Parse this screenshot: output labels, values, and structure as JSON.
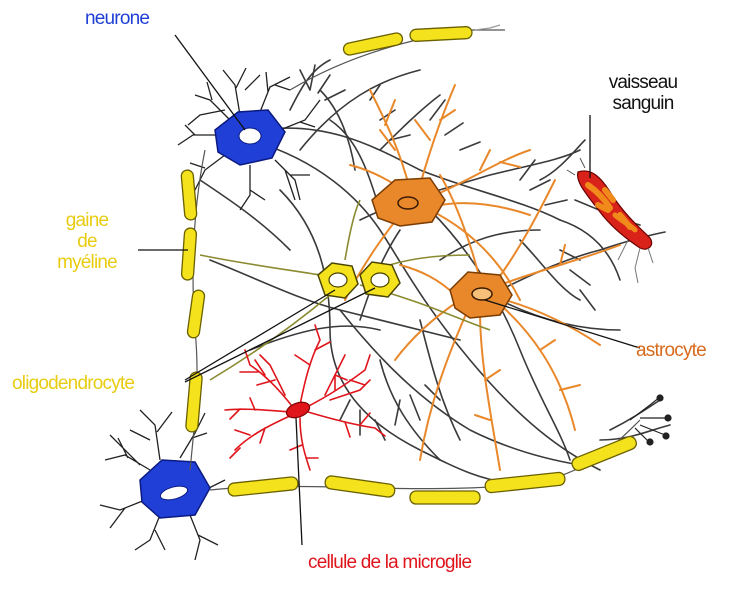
{
  "labels": {
    "neurone": "neurone",
    "vaisseau_line1": "vaisseau",
    "vaisseau_line2": "sanguin",
    "gaine_line1": "gaine",
    "gaine_line2": "de",
    "gaine_line3": "myéline",
    "astrocyte": "astrocyte",
    "oligodendrocyte": "oligodendrocyte",
    "microglie": "cellule de la microglie"
  },
  "colors": {
    "neurone": "#1f3fd6",
    "myelin": "#f4e21c",
    "myelin_label": "#e8cc12",
    "astrocyte": "#e9882a",
    "astrocyte_label": "#d86a1d",
    "microglia": "#e0151c",
    "vessel_red": "#d8221a",
    "vessel_orange": "#f08a1a",
    "dendrite": "#333333",
    "text_dark": "#111111"
  }
}
